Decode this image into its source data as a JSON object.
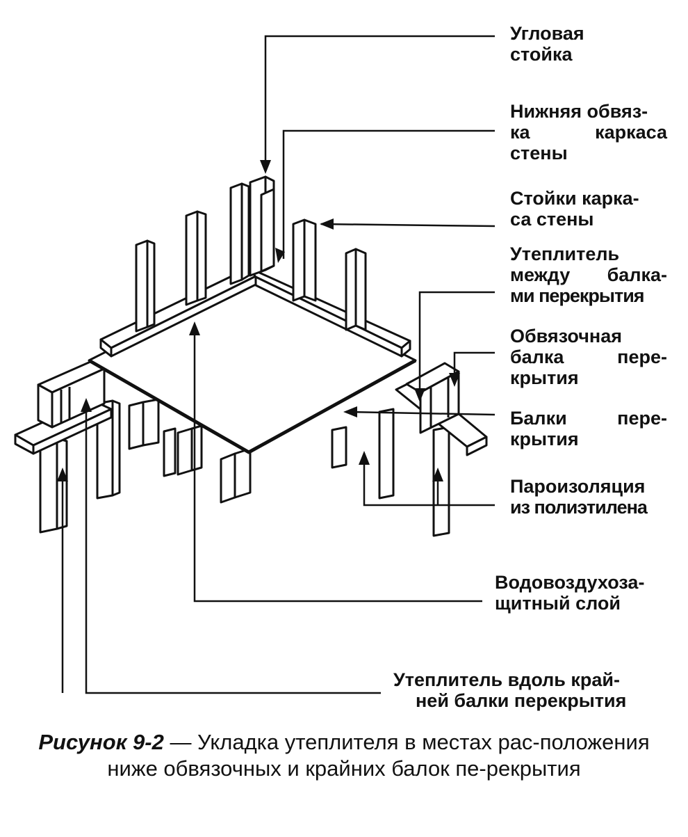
{
  "labels": {
    "corner_post": [
      "Угловая",
      "стойка"
    ],
    "bottom_plate": [
      "Нижняя обвяз-",
      "ка   каркаса",
      "стены"
    ],
    "wall_studs": [
      "Стойки карка-",
      "са стены"
    ],
    "insulation_between_joists": [
      "Утеплитель",
      "между балка-",
      "ми перекрытия"
    ],
    "rim_joist": [
      "Обвязочная",
      "балка пере-",
      "крытия"
    ],
    "floor_joists": [
      "Балки пере-",
      "крытия"
    ],
    "vapor_barrier": [
      "Пароизоляция",
      "из полиэтилена"
    ],
    "wind_barrier": [
      "Водовоздухоза-",
      "щитный слой"
    ],
    "edge_insulation": [
      "Утеплитель вдоль край-",
      "ней балки перекрытия"
    ]
  },
  "caption": {
    "figure": "Рисунок 9-2",
    "text": " — Укладка утеплителя в местах рас-положения ниже обвязочных и крайних балок пе-рекрытия"
  },
  "colors": {
    "ink": "#111111",
    "paper": "#ffffff"
  }
}
